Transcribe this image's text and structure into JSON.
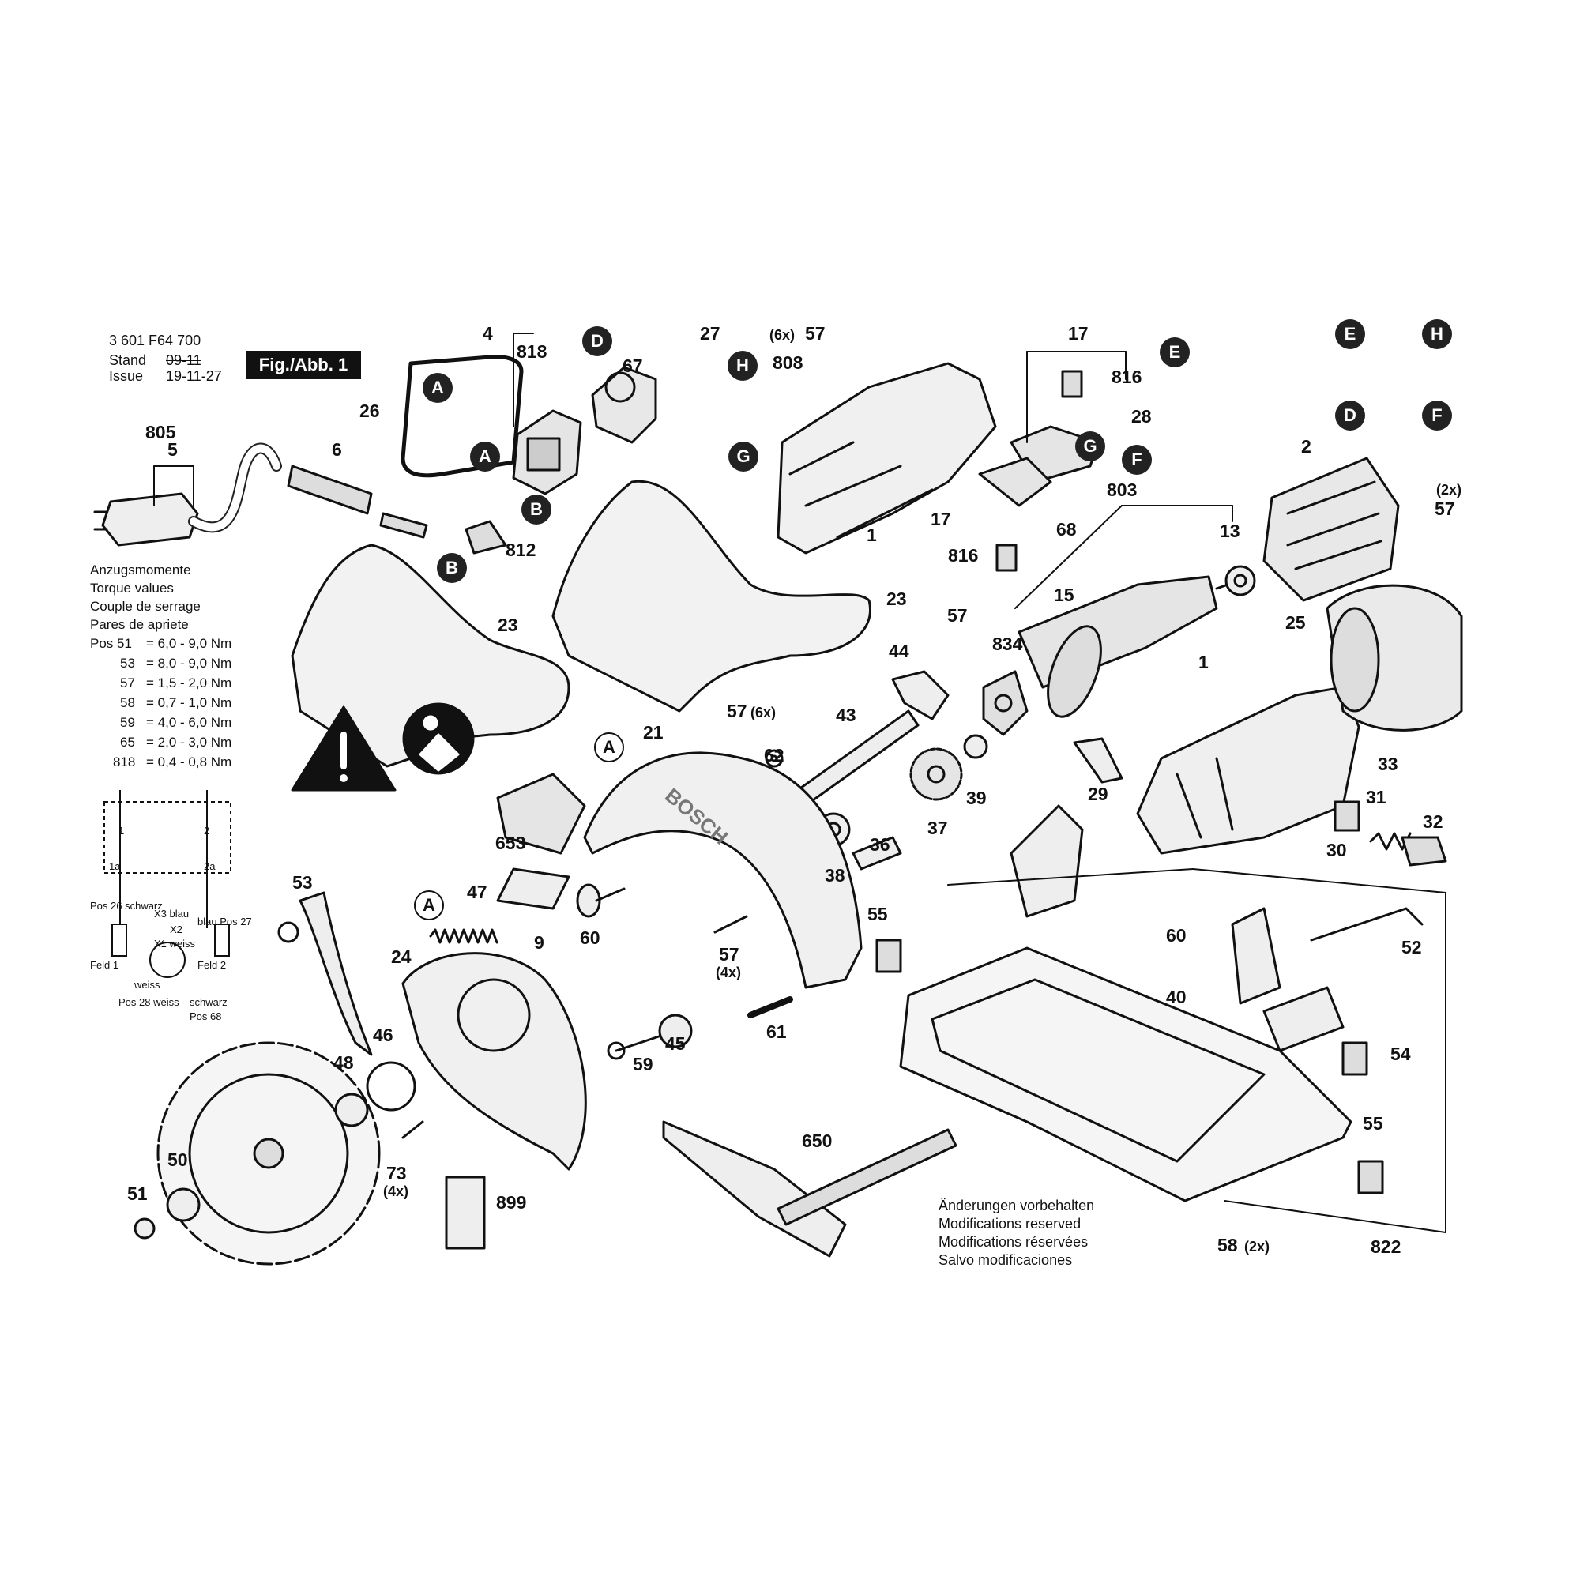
{
  "header": {
    "part_number": "3 601 F64 700",
    "stand_label": "Stand",
    "stand_value": "09-11",
    "issue_label": "Issue",
    "issue_value": "19-11-27",
    "figure_label": "Fig./Abb. 1"
  },
  "torque": {
    "headings": [
      "Anzugsmomente",
      "Torque values",
      "Couple de serrage",
      "Pares de apriete"
    ],
    "rows": [
      {
        "pos": "Pos 51",
        "value": "= 6,0 - 9,0 Nm"
      },
      {
        "pos": "53",
        "value": "= 8,0 - 9,0 Nm"
      },
      {
        "pos": "57",
        "value": "= 1,5 - 2,0 Nm"
      },
      {
        "pos": "58",
        "value": "= 0,7 - 1,0 Nm"
      },
      {
        "pos": "59",
        "value": "= 4,0 - 6,0 Nm"
      },
      {
        "pos": "65",
        "value": "= 2,0 - 3,0 Nm"
      },
      {
        "pos": "818",
        "value": "= 0,4 - 0,8 Nm"
      }
    ]
  },
  "wiring": {
    "labels": [
      "1a",
      "1",
      "2",
      "2a",
      "Pos 26 schwarz",
      "X3 blau",
      "X2",
      "blau Pos 27",
      "X1 weiss",
      "Feld 1",
      "Feld 2",
      "weiss",
      "schwarz",
      "Pos 28 weiss",
      "Pos 68"
    ]
  },
  "modifications": [
    "Änderungen vorbehalten",
    "Modifications reserved",
    "Modifications réservées",
    "Salvo modificaciones"
  ],
  "part_labels": {
    "p4": "4",
    "p818": "818",
    "p26": "26",
    "p805": "805",
    "p5": "5",
    "p6": "6",
    "p812": "812",
    "p67": "67",
    "p27": "27",
    "p808": "808",
    "p57a": "57",
    "p6x": "(6x)",
    "p1a": "1",
    "p23a": "23",
    "p23b": "23",
    "p57b": "57",
    "p6x2": "(6x)",
    "p17a": "17",
    "p816a": "816",
    "p28": "28",
    "p17b": "17",
    "p816b": "816",
    "p68": "68",
    "p803": "803",
    "p13": "13",
    "p15": "15",
    "p834": "834",
    "p57c": "57",
    "p44": "44",
    "p43": "43",
    "p62": "62",
    "p39": "39",
    "p37": "37",
    "p36": "36",
    "p38": "38",
    "p2": "2",
    "p2x": "(2x)",
    "p57d": "57",
    "p25": "25",
    "p1b": "1",
    "p33": "33",
    "p29": "29",
    "p31": "31",
    "p32": "32",
    "p30": "30",
    "p21": "21",
    "p653": "653",
    "p9": "9",
    "p60a": "60",
    "p57e": "57",
    "p4x": "(4x)",
    "p55a": "55",
    "p61": "61",
    "p53": "53",
    "p47": "47",
    "p24": "24",
    "p46": "46",
    "p48": "48",
    "p50": "50",
    "p51": "51",
    "p73": "73",
    "p4x2": "(4x)",
    "p899": "899",
    "p45": "45",
    "p59": "59",
    "p60b": "60",
    "p40": "40",
    "p52": "52",
    "p54": "54",
    "p55b": "55",
    "p650": "650",
    "p58": "58",
    "p2x2": "(2x)",
    "p822": "822"
  },
  "markers": {
    "A": "A",
    "B": "B",
    "D": "D",
    "E": "E",
    "F": "F",
    "G": "G",
    "H": "H"
  },
  "guard_brand": "BOSCH"
}
